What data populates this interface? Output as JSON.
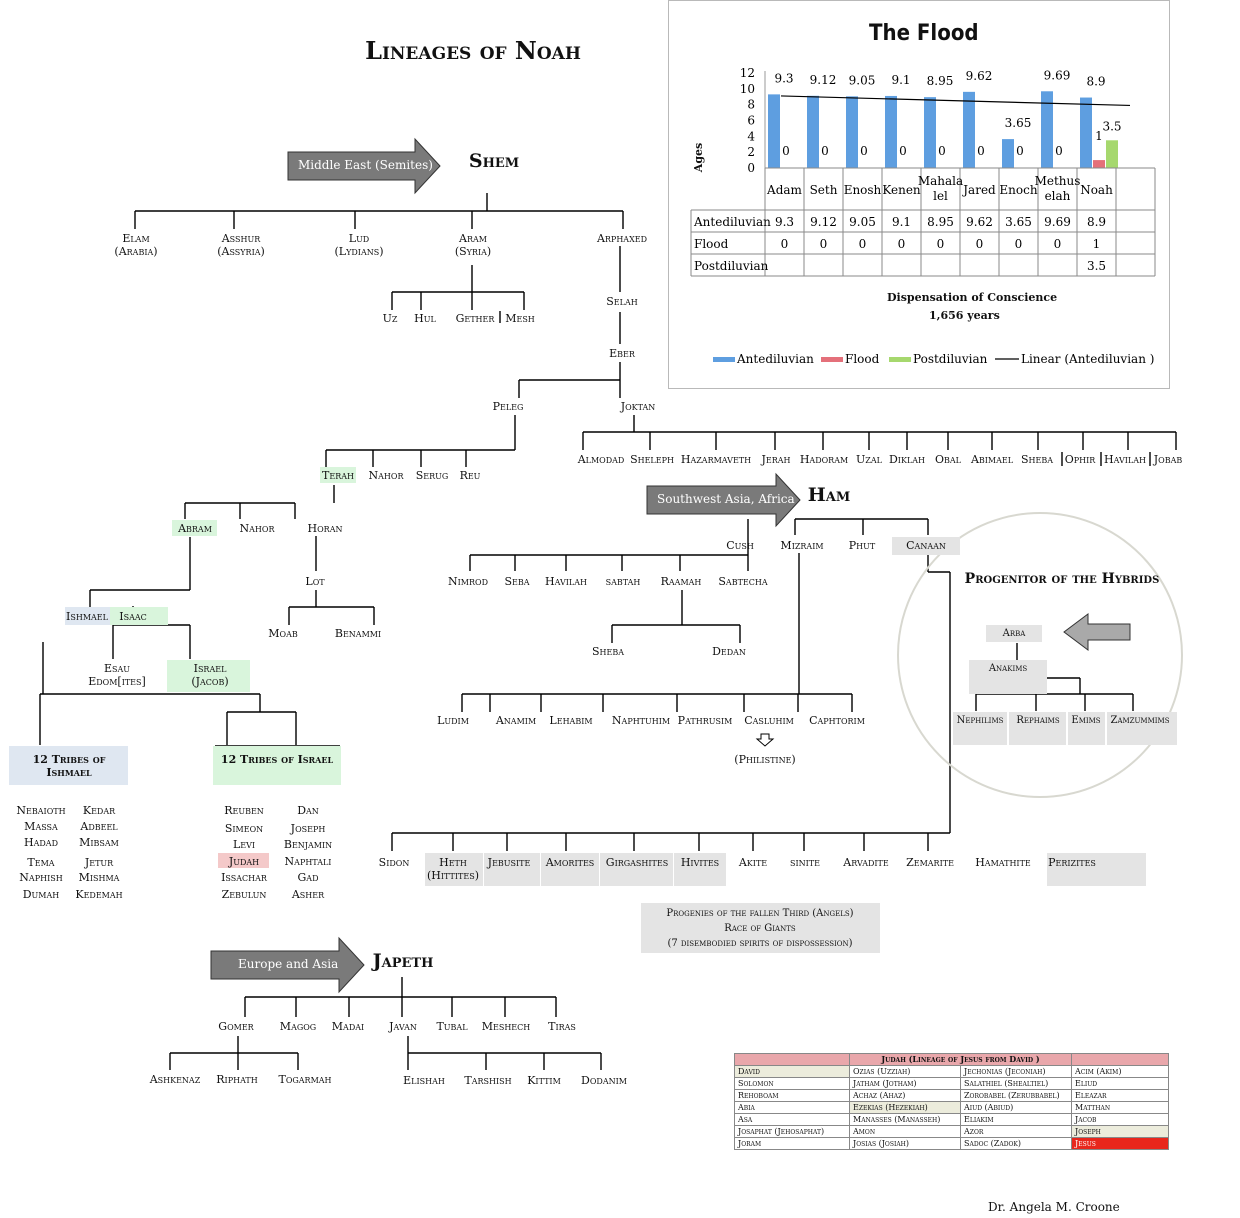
{
  "title": "Lineages of Noah",
  "signature": "Dr. Angela M. Croone",
  "shem": {
    "name": "Shem",
    "arrow_label": "Middle East (Semites)",
    "sons": [
      "Elam",
      "Asshur",
      "Lud",
      "Aram",
      "Arphaxed"
    ],
    "sons_note": [
      "(Arabia)",
      "(Assyria)",
      "(Lydians)",
      "(Syria)"
    ],
    "aram_sons": [
      "Uz",
      "Hul",
      "Gether",
      "Mesh"
    ],
    "selah": "Selah",
    "eber": "Eber",
    "peleg": "Peleg",
    "joktan": "Joktan",
    "joktan_sons": [
      "Almodad",
      "Sheleph",
      "Hazarmaveth",
      "Jerah",
      "Hadoram",
      "Uzal",
      "Diklah",
      "Obal",
      "Abimael",
      "Sheba",
      "Ophir",
      "Havilah",
      "Jobab"
    ],
    "peleg_line": [
      "Terah",
      "Nahor",
      "Serug",
      "Reu"
    ],
    "terah_sons": [
      "Abram",
      "Nahor",
      "Horan"
    ],
    "lot": "Lot",
    "lot_sons": [
      "Moab",
      "Benammi"
    ],
    "abram_sons": [
      "Ishmael",
      "Isaac"
    ],
    "isaac_sons": [
      "Esau",
      "Edom[ites]",
      "Israel",
      "(Jacob)"
    ],
    "tribes_ishmael_title": [
      "12 Tribes of",
      "Ishmael"
    ],
    "tribes_israel_title": "12 Tribes of Israel",
    "ishmael_tribes": [
      "Nebaioth",
      "Kedar",
      "Massa",
      "Adbeel",
      "Hadad",
      "Mibsam",
      "Tema",
      "Jetur",
      "Naphish",
      "Mishma",
      "Dumah",
      "Kedemah"
    ],
    "israel_tribes": [
      "Reuben",
      "Dan",
      "Simeon",
      "Joseph",
      "Levi",
      "Benjamin",
      "Judah",
      "Naphtali",
      "Issachar",
      "Gad",
      "Zebulun",
      "Asher"
    ]
  },
  "ham": {
    "name": "Ham",
    "arrow_label": "Southwest Asia, Africa",
    "sons": [
      "Cush",
      "Mizraim",
      "Phut",
      "Canaan"
    ],
    "cush_sons": [
      "Nimrod",
      "Seba",
      "Havilah",
      "sabtah",
      "Raamah",
      "Sabtecha"
    ],
    "raamah_sons": [
      "Sheba",
      "Dedan"
    ],
    "mizraim_sons": [
      "Ludim",
      "Anamim",
      "Lehabim",
      "Naphtuhim",
      "Pathrusim",
      "Casluhim",
      "Caphtorim"
    ],
    "philistine": "(Philistine)",
    "canaan_sons": [
      "Sidon",
      "Heth",
      "(Hittites)",
      "Jebusite",
      "Amorites",
      "Girgashites",
      "Hivites",
      "Akite",
      "sinite",
      "Arvadite",
      "Zemarite",
      "Hamathite",
      "Perizites"
    ],
    "progenies_note": [
      "Progenies of the fallen Third (Angels)",
      "Race of Giants",
      "(7 disembodied spirits of dispossession)"
    ],
    "hybrids_title": "Progenitor of the Hybrids",
    "arba": "Arba",
    "anakims": "Anakims",
    "hybrids": [
      "Nephilims",
      "Rephaims",
      "Emims",
      "Zamzummims"
    ]
  },
  "japeth": {
    "name": "Japeth",
    "arrow_label": "Europe and Asia",
    "sons": [
      "Gomer",
      "Magog",
      "Madai",
      "Javan",
      "Tubal",
      "Meshech",
      "Tiras"
    ],
    "gomer_sons": [
      "Ashkenaz",
      "Riphath",
      "Togarmah"
    ],
    "javan_sons": [
      "Elishah",
      "Tarshish",
      "Kittim",
      "Dodanim"
    ]
  },
  "colors": {
    "green": "#d9f5dc",
    "blue": "#dfe7f1",
    "gray": "#e4e4e4",
    "pink": "#f4c9c9",
    "bar_blue": "#5e9ee0",
    "bar_red": "#e4707a",
    "bar_green": "#a6d86e",
    "arrow": "#7a7a7a"
  },
  "chart_data": {
    "type": "bar",
    "title": "The Flood",
    "ylabel": "Ages",
    "xlabel": "Dispensation of Conscience",
    "xlabel_sub": "1,656 years",
    "ylim": [
      0,
      12
    ],
    "yticks": [
      "0",
      "2",
      "4",
      "6",
      "8",
      "10",
      "12"
    ],
    "categories": [
      "Adam",
      "Seth",
      "Enosh",
      "Kenen",
      "Mahalalel",
      "Jared",
      "Enoch",
      "Methuselah",
      "Noah"
    ],
    "category_labels": [
      [
        "Adam"
      ],
      [
        "Seth"
      ],
      [
        "Enosh"
      ],
      [
        "Kenen"
      ],
      [
        "Mahala",
        "lel"
      ],
      [
        "Jared"
      ],
      [
        "Enoch"
      ],
      [
        "Methus",
        "elah"
      ],
      [
        "Noah"
      ]
    ],
    "series": [
      {
        "name": "Antediluvian",
        "values": [
          9.3,
          9.12,
          9.05,
          9.1,
          8.95,
          9.62,
          3.65,
          9.69,
          8.9
        ],
        "labels": [
          "9.3",
          "9.12",
          "9.05",
          "9.1",
          "8.95",
          "9.62",
          "3.65",
          "9.69",
          "8.9"
        ]
      },
      {
        "name": "Flood",
        "values": [
          0,
          0,
          0,
          0,
          0,
          0,
          0,
          0,
          1
        ],
        "labels": [
          "0",
          "0",
          "0",
          "0",
          "0",
          "0",
          "0",
          "0",
          "1"
        ]
      },
      {
        "name": "Postdiluvian",
        "values": [
          null,
          null,
          null,
          null,
          null,
          null,
          null,
          null,
          3.5
        ],
        "labels": [
          "",
          "",
          "",
          "",
          "",
          "",
          "",
          "",
          "3.5"
        ]
      }
    ],
    "trendline": {
      "name": "Linear (Antediluvian )",
      "start": 9.1,
      "end": 7.9
    },
    "legend": "bottom"
  },
  "judah_table": {
    "title": "Judah (Lineage of Jesus from David )",
    "columns": [
      [
        "David",
        "Solomon",
        "Rehoboam",
        "Abia",
        "Asa",
        "Josaphat (Jehosaphat)",
        "Joram"
      ],
      [
        "Ozias (Uzziah)",
        "Jatham (Jotham)",
        "Achaz (Ahaz)",
        "Ezekias (Hezekiah)",
        "Manasses (Manasseh)",
        "Amon",
        "Josias (Josiah)"
      ],
      [
        "Jechonias (Jeconiah)",
        "Salathiel (Shealtiel)",
        "Zorobabel (Zerubbabel)",
        "Aiud (Abiud)",
        "Eliakim",
        "Azor",
        "Sadoc (Zadok)"
      ],
      [
        "Acim (Akim)",
        "Eliud",
        "Eleazar",
        "Matthan",
        "Jacob",
        "Joseph",
        "Jesus"
      ]
    ]
  }
}
